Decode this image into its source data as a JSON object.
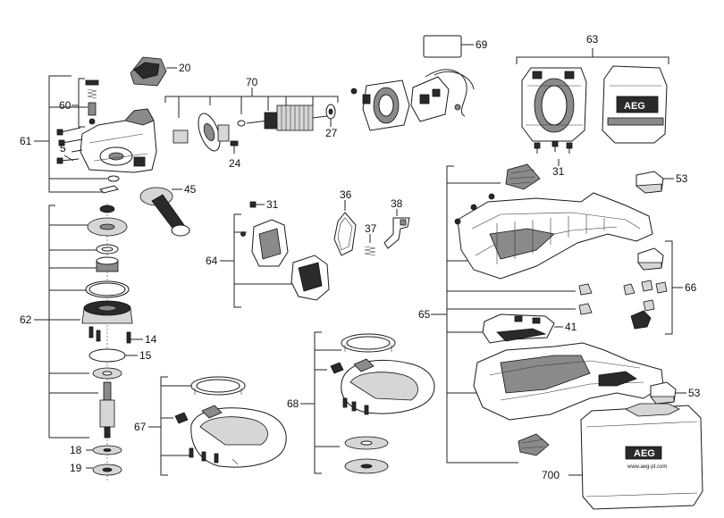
{
  "labels": {
    "p5": "5",
    "p14": "14",
    "p15": "15",
    "p18": "18",
    "p19": "19",
    "p20": "20",
    "p24": "24",
    "p27": "27",
    "p31a": "31",
    "p31b": "31",
    "p36": "36",
    "p37": "37",
    "p38": "38",
    "p41": "41",
    "p45": "45",
    "p53a": "53",
    "p53b": "53",
    "p60": "60",
    "p61": "61",
    "p62": "62",
    "p63": "63",
    "p64": "64",
    "p65": "65",
    "p66": "66",
    "p67": "67",
    "p68": "68",
    "p69": "69",
    "p70": "70",
    "p700": "700"
  },
  "brand": {
    "motor_housing": "AEG",
    "case": "AEG",
    "case_url": "www.aeg-pt.com"
  },
  "colors": {
    "line": "#222222",
    "dark": "#2a2a2a",
    "mid": "#8a8a8a",
    "light": "#d6d6d6"
  }
}
